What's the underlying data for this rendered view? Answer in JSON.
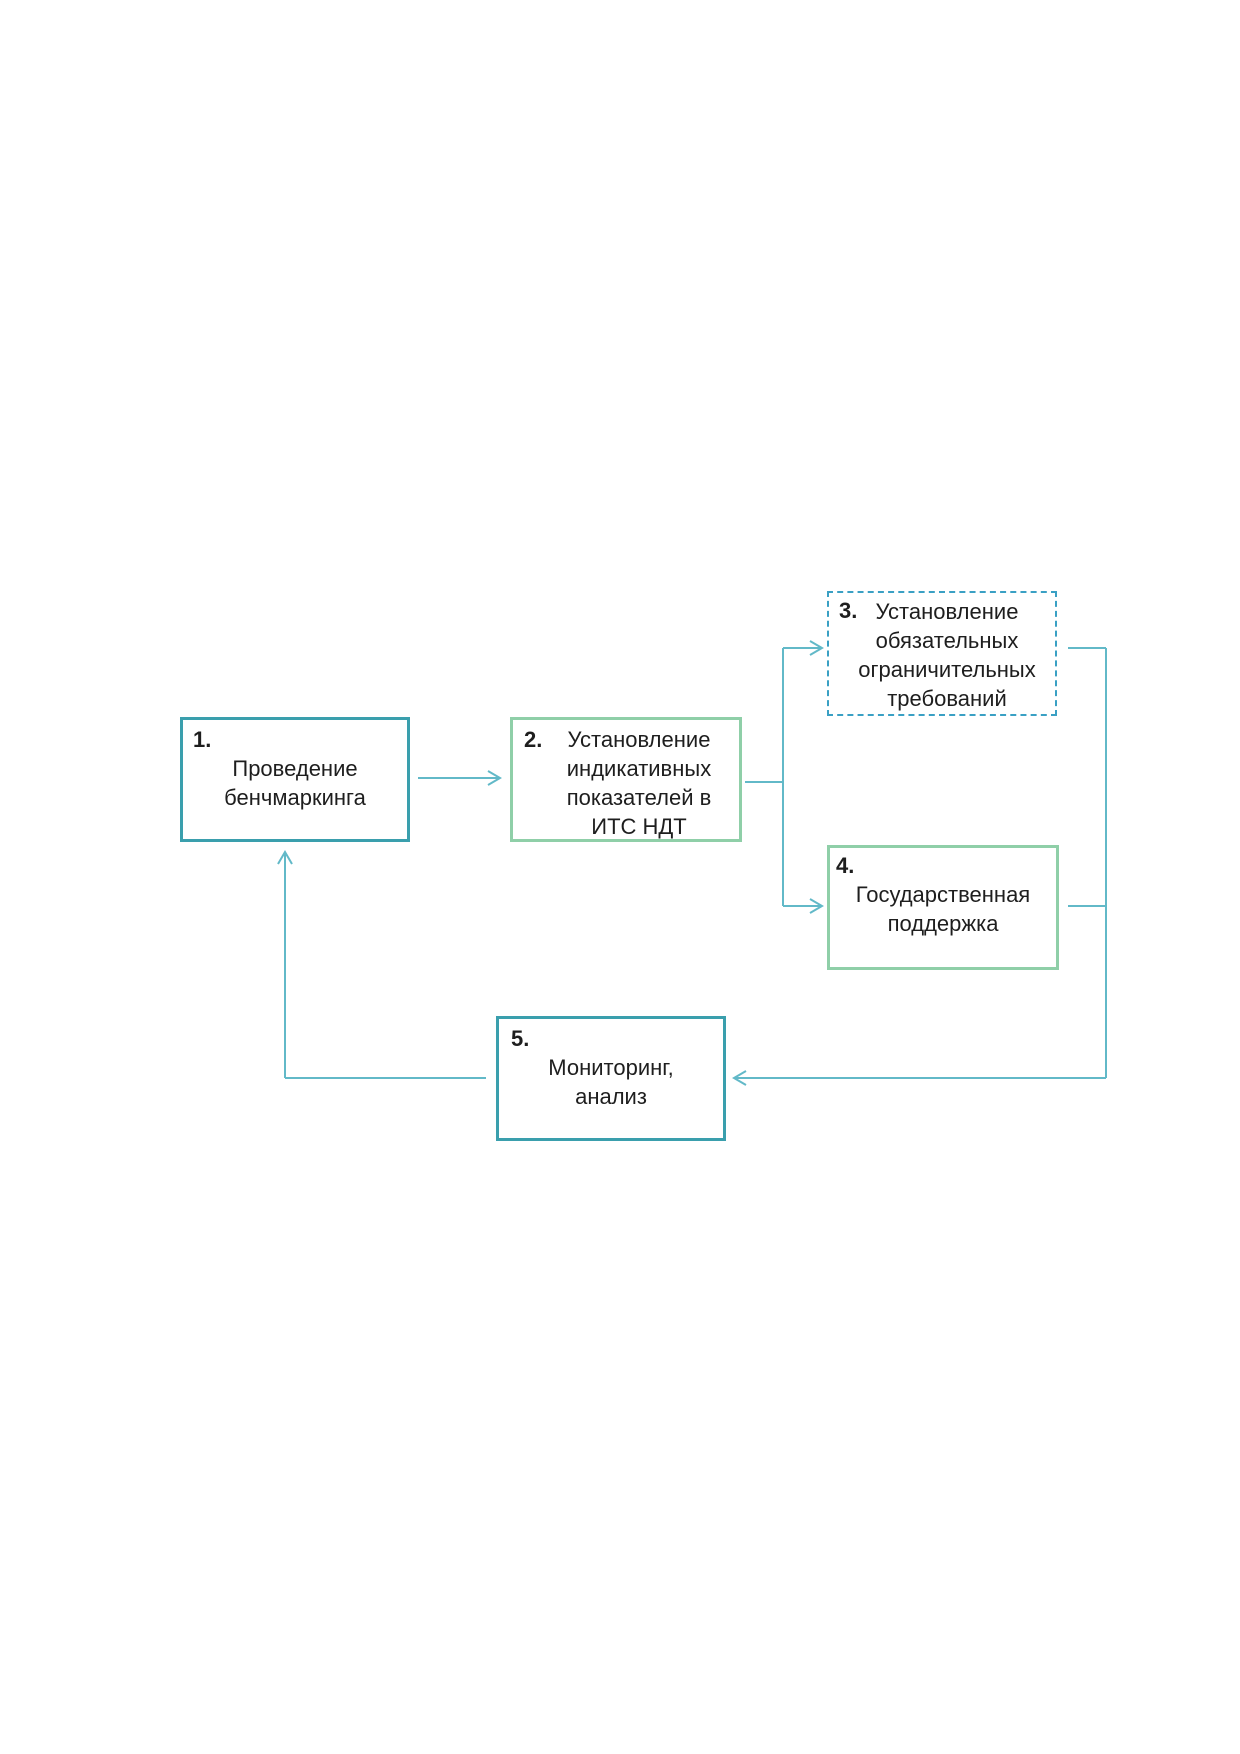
{
  "colors": {
    "teal_border": "#3a9fad",
    "green_border": "#8fcfa8",
    "dashed_border": "#3aa0c4",
    "connector": "#62b9c8"
  },
  "nodes": {
    "step1": {
      "number": "1.",
      "text": "Проведение\nбенчмаркинга"
    },
    "step2": {
      "number": "2.",
      "text": "Установление\nиндикативных\nпоказателей в\nИТС НДТ"
    },
    "step3": {
      "number": "3.",
      "text": "Установление\nобязательных\nограничительных\nтребований"
    },
    "step4": {
      "number": "4.",
      "text": "Государственная\nподдержка"
    },
    "step5": {
      "number": "5.",
      "text": "Мониторинг,\nанализ"
    }
  }
}
